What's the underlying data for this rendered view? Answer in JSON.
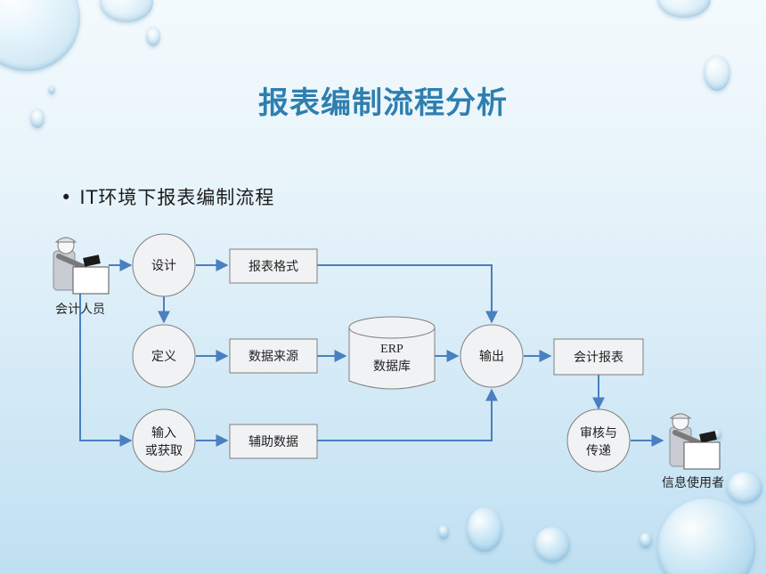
{
  "slide": {
    "title": "报表编制流程分析",
    "bullet": "IT环境下报表编制流程"
  },
  "diagram": {
    "nodes": {
      "accountant": "会计人员",
      "design": "设计",
      "define": "定义",
      "input_line1": "输入",
      "input_line2": "或获取",
      "report_format": "报表格式",
      "data_source": "数据来源",
      "aux_data": "辅助数据",
      "erp_line1": "ERP",
      "erp_line2": "数据库",
      "output": "输出",
      "accounting_report": "会计报表",
      "review_line1": "审核与",
      "review_line2": "传递",
      "info_user": "信息使用者"
    }
  },
  "colors": {
    "title": "#2e7fb0",
    "arrow": "#4a7fc1",
    "node_fill": "#f1f2f4",
    "node_stroke": "#7f7f7f"
  }
}
